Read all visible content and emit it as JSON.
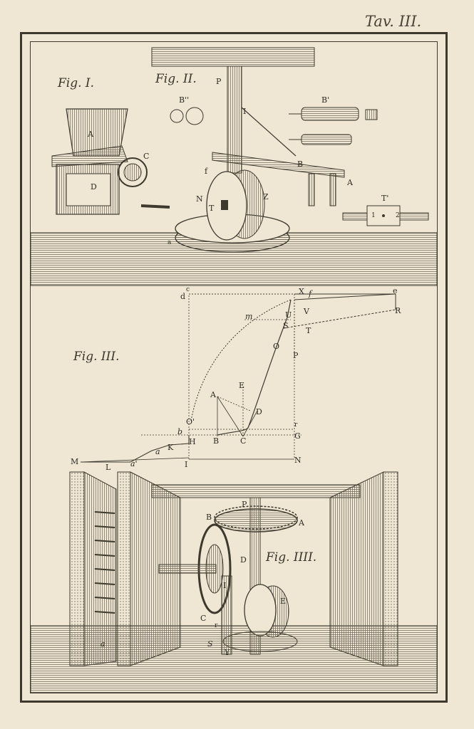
{
  "plate_title": "Tav. III.",
  "figures": {
    "fig1": "Fig. I.",
    "fig2": "Fig. II.",
    "fig3": "Fig. III.",
    "fig4": "Fig. IIII."
  },
  "fig1_labels": [
    "A",
    "C",
    "D"
  ],
  "fig2_labels": [
    "P",
    "B''",
    "B'",
    "I",
    "B",
    "A",
    "f",
    "N",
    "T",
    "Z",
    "T'",
    "1",
    "2",
    "a"
  ],
  "fig3_labels": [
    "d",
    "c",
    "X",
    "f",
    "e",
    "R",
    "m",
    "U",
    "V",
    "S",
    "T",
    "O",
    "P",
    "E",
    "A",
    "D",
    "O'",
    "b",
    "r",
    "G",
    "H",
    "B",
    "C",
    "K",
    "a",
    "M",
    "L",
    "a'",
    "I",
    "N"
  ],
  "fig4_labels": [
    "P",
    "B",
    "A",
    "D",
    "I",
    "E",
    "C",
    "r",
    "S",
    "Y",
    "a"
  ],
  "colors": {
    "paper": "#efe7d3",
    "ink": "#3a352c",
    "hatch": "#6a6254"
  }
}
